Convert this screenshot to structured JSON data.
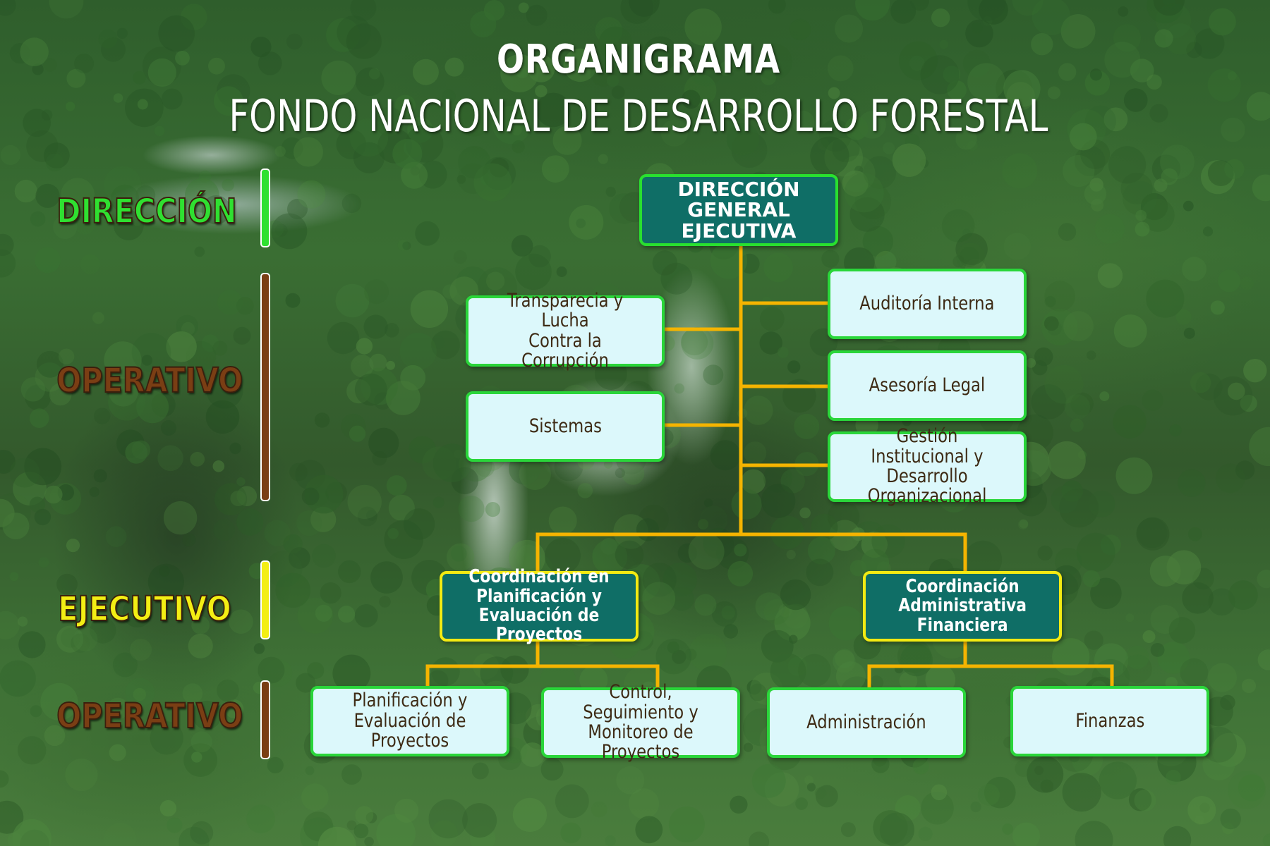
{
  "title": {
    "line1": "ORGANIGRAMA",
    "line2": "FONDO NACIONAL DE DESARROLLO FORESTAL"
  },
  "levels": [
    {
      "label": "DIRECCIÓN",
      "color": "#2fe031"
    },
    {
      "label": "OPERATIVO",
      "color": "#7a3e14"
    },
    {
      "label": "EJECUTIVO",
      "color": "#f3ee14"
    },
    {
      "label": "OPERATIVO",
      "color": "#7a3e14"
    }
  ],
  "nodes": {
    "head": "DIRECCIÓN GENERAL\nEJECUTIVA",
    "transparencia": "Transparecia y Lucha\nContra la Corrupción",
    "sistemas": "Sistemas",
    "auditoria": "Auditoría Interna",
    "asesoria": "Asesoría Legal",
    "gestion": "Gestión Institucional y\nDesarrollo\nOrganizacional",
    "coord_planificacion": "Coordinación en\nPlanificación y\nEvaluación de Proyectos",
    "coord_administrativa": "Coordinación\nAdministrativa\nFinanciera",
    "planificacion": "Planificación y\nEvaluación de Proyectos",
    "control": "Control, Seguimiento y\nMonitoreo de Proyectos",
    "administracion": "Administración",
    "finanzas": "Finanzas"
  },
  "colors": {
    "connector": "#f5b400",
    "head_border": "#29e02f",
    "coord_border": "#f3ea12",
    "unit_border": "#2ad63a",
    "box_fill_dark": "#0f6e66",
    "box_fill_light": "#dcf8fb"
  }
}
